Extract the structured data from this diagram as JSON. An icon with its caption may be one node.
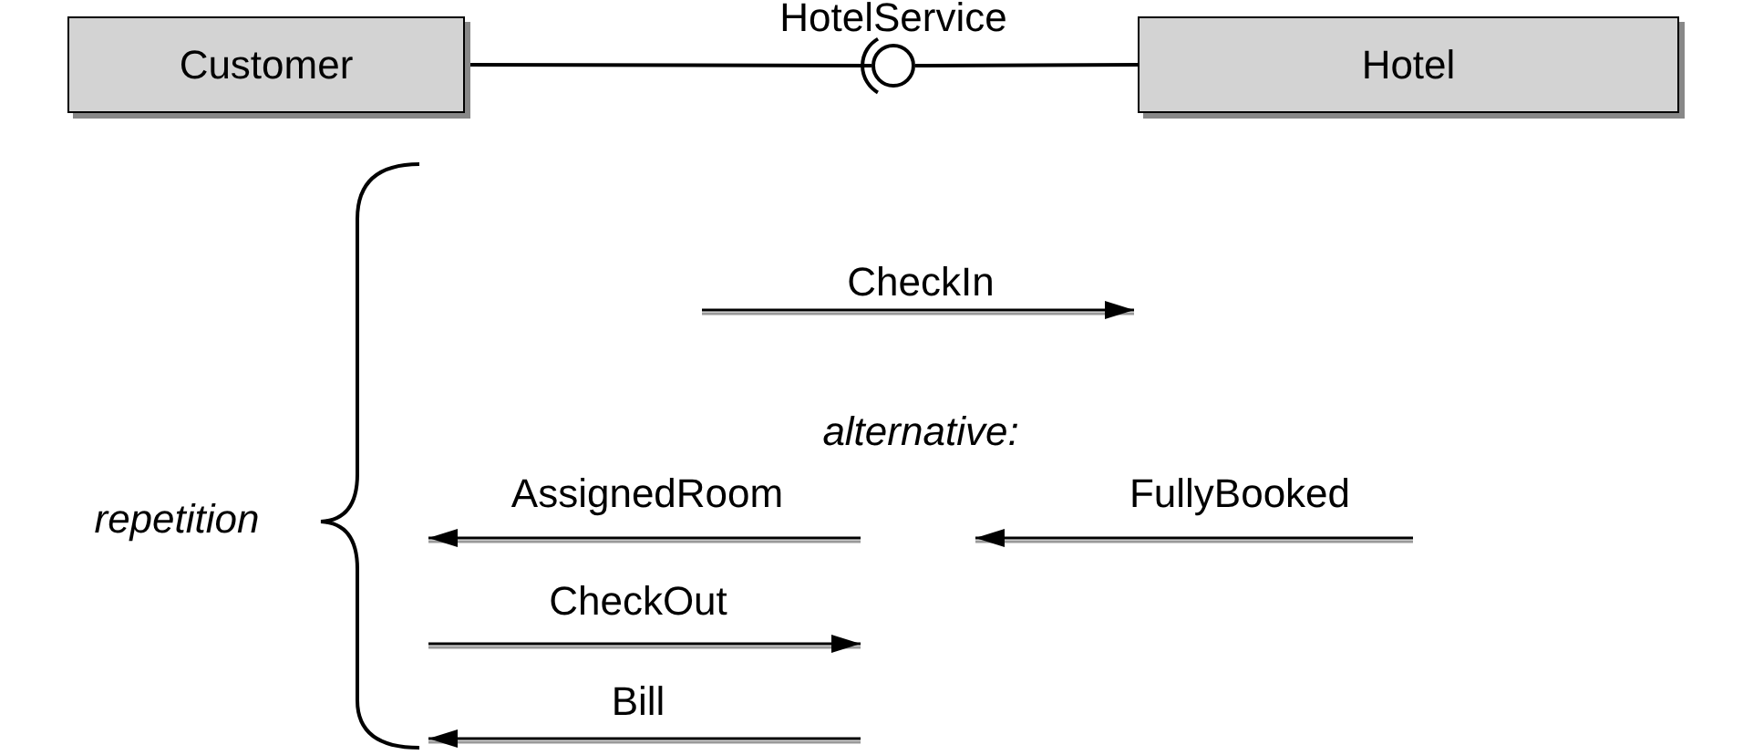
{
  "diagram": {
    "nodes": [
      {
        "text": [
          "Customer"
        ]
      },
      {
        "text": [
          "Hotel"
        ]
      },
      {
        "text": [],
        "shape": "circle",
        "beside": [
          "HotelService"
        ]
      }
    ],
    "edges": [
      {
        "from": 0,
        "to": 2,
        "arrow": "other"
      },
      {
        "from": 1,
        "to": 2,
        "arrow": "none"
      }
    ],
    "labels": [
      "CheckIn",
      "alternative:",
      "repetition",
      "AssignedRoom",
      "FullyBooked",
      "CheckOut",
      "Bill"
    ]
  }
}
